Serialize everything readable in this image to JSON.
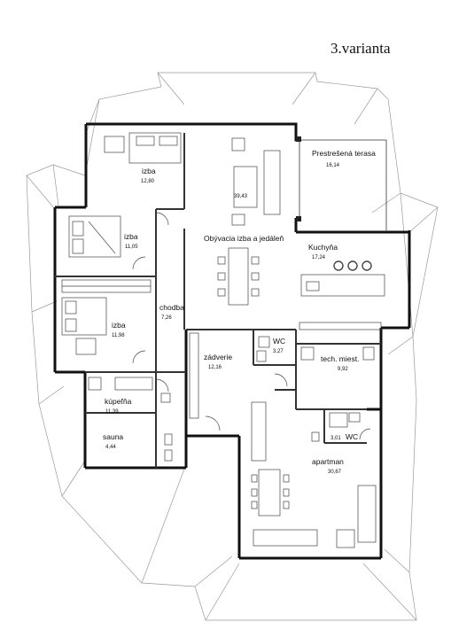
{
  "title": "3.varianta",
  "rooms": [
    {
      "id": "izba-1",
      "name": "izba",
      "area": "12,80"
    },
    {
      "id": "izba-2",
      "name": "izba",
      "area": "11,05"
    },
    {
      "id": "izba-3",
      "name": "izba",
      "area": "11,98"
    },
    {
      "id": "chodba",
      "name": "chodba",
      "area": "7,26"
    },
    {
      "id": "kupelna",
      "name": "kúpeľňa",
      "area": "11,39"
    },
    {
      "id": "sauna",
      "name": "sauna",
      "area": "4,44"
    },
    {
      "id": "obyvacia",
      "name": "Obývacia izba a jedáleň",
      "area": "39,43"
    },
    {
      "id": "terasa",
      "name": "Prestrešená terasa",
      "area": "16,14"
    },
    {
      "id": "kuchyna",
      "name": "Kuchyňa",
      "area": "17,24"
    },
    {
      "id": "wc-1",
      "name": "WC",
      "area": "3,27"
    },
    {
      "id": "zadverie",
      "name": "zádverie",
      "area": "12,16"
    },
    {
      "id": "tech",
      "name": "tech. miest.",
      "area": "9,92"
    },
    {
      "id": "wc-2",
      "name": "WC",
      "area": "3,01"
    },
    {
      "id": "apartman",
      "name": "apartman",
      "area": "30,67"
    }
  ]
}
